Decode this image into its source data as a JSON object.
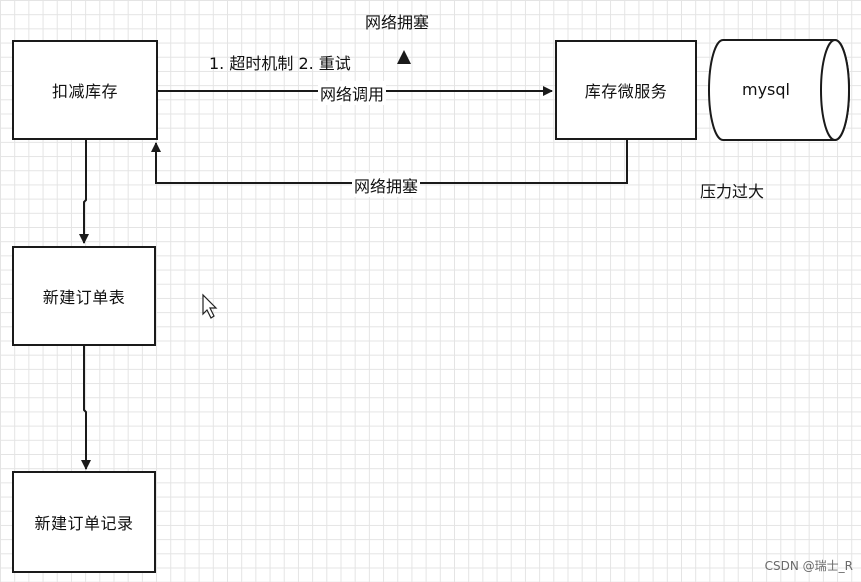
{
  "nodes": {
    "deduct_inventory": "扣减库存",
    "inventory_service": "库存微服务",
    "mysql": "mysql",
    "create_order_table": "新建订单表",
    "create_order_record": "新建订单记录"
  },
  "labels": {
    "network_congestion_top": "网络拥塞",
    "retry_mechanism": "1. 超时机制 2. 重试",
    "network_call": "网络调用",
    "network_congestion_return": "网络拥塞",
    "pressure_too_high": "压力过大"
  },
  "watermark": "CSDN @瑞士_R"
}
